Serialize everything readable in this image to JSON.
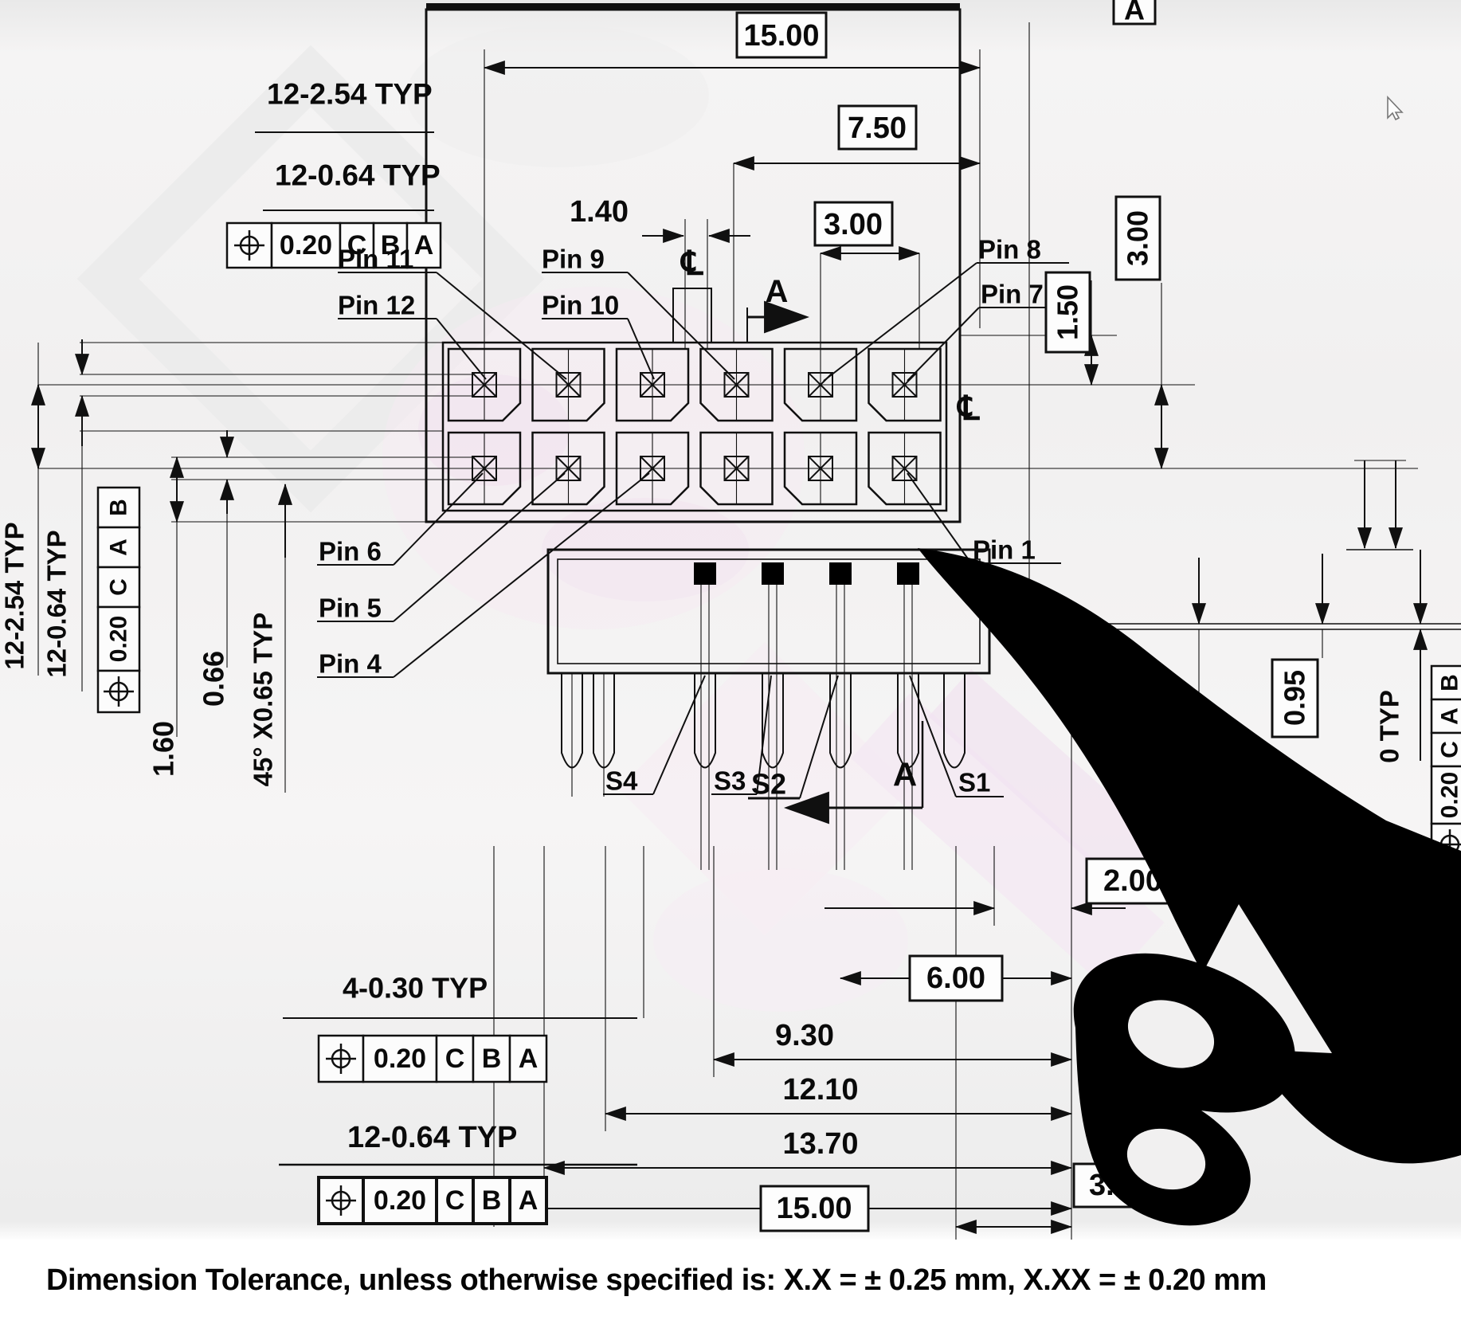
{
  "colors": {
    "ink": "#101010",
    "watermark_pink": "#f3e6f1",
    "scribble": "#000000"
  },
  "symbols": {
    "centerline": "℄"
  },
  "front_view": {
    "dim_width": "15.00",
    "dim_half": "7.50",
    "dim_slot": "1.40",
    "dim_pitch3": "3.00",
    "typ_pitch": "12-2.54 TYP",
    "typ_pin": "12-0.64 TYP",
    "fcf_top": {
      "tolerance": "0.20",
      "datums": [
        "C",
        "B",
        "A"
      ]
    },
    "section_a": "A",
    "datum_a_flag": "A",
    "pin_labels": {
      "pin11": "Pin 11",
      "pin12": "Pin 12",
      "pin9": "Pin 9",
      "pin10": "Pin 10",
      "pin8": "Pin 8",
      "pin7": "Pin 7",
      "pin6": "Pin 6",
      "pin5": "Pin 5",
      "pin4": "Pin 4",
      "pin1": "Pin 1"
    }
  },
  "left_side": {
    "typ_pitch": "12-2.54 TYP",
    "typ_pin": "12-0.64 TYP",
    "fcf": {
      "tolerance": "0.20",
      "datums": [
        "C",
        "A",
        "B"
      ]
    },
    "dim_chamfer_h": "1.60",
    "dim_pin_step": "0.66",
    "typ_chamfer": "45° X0.65 TYP"
  },
  "right_side": {
    "dim_row_pitch": "3.00",
    "dim_row_offset": "1.50",
    "dim_standoff": "0.95",
    "typ_label_inner": "0 TYP",
    "typ_label_outer": "0 TYP",
    "fcf": {
      "tolerance": "0.20",
      "datums": [
        "C",
        "A",
        "B"
      ]
    }
  },
  "bottom_view": {
    "section_labels": {
      "s4": "S4",
      "s3": "S3",
      "s2": "S2",
      "s1": "S1"
    },
    "section_a": "A",
    "dims": {
      "d2": "2.00",
      "d6": "6.00",
      "d9_3": "9.30",
      "d12_1": "12.10",
      "d13_7": "13.70",
      "d15": "15.00",
      "d3": "3.00"
    },
    "typ_peg": "4-0.30 TYP",
    "typ_pin": "12-0.64 TYP",
    "fcf_peg": {
      "tolerance": "0.20",
      "datums": [
        "C",
        "B",
        "A"
      ]
    },
    "fcf_pin": {
      "tolerance": "0.20",
      "datums": [
        "C",
        "B",
        "A"
      ]
    }
  },
  "caption": {
    "tolerance_note": "Dimension Tolerance, unless otherwise specified is:  X.X = ± 0.25 mm, X.XX = ± 0.20 mm"
  }
}
